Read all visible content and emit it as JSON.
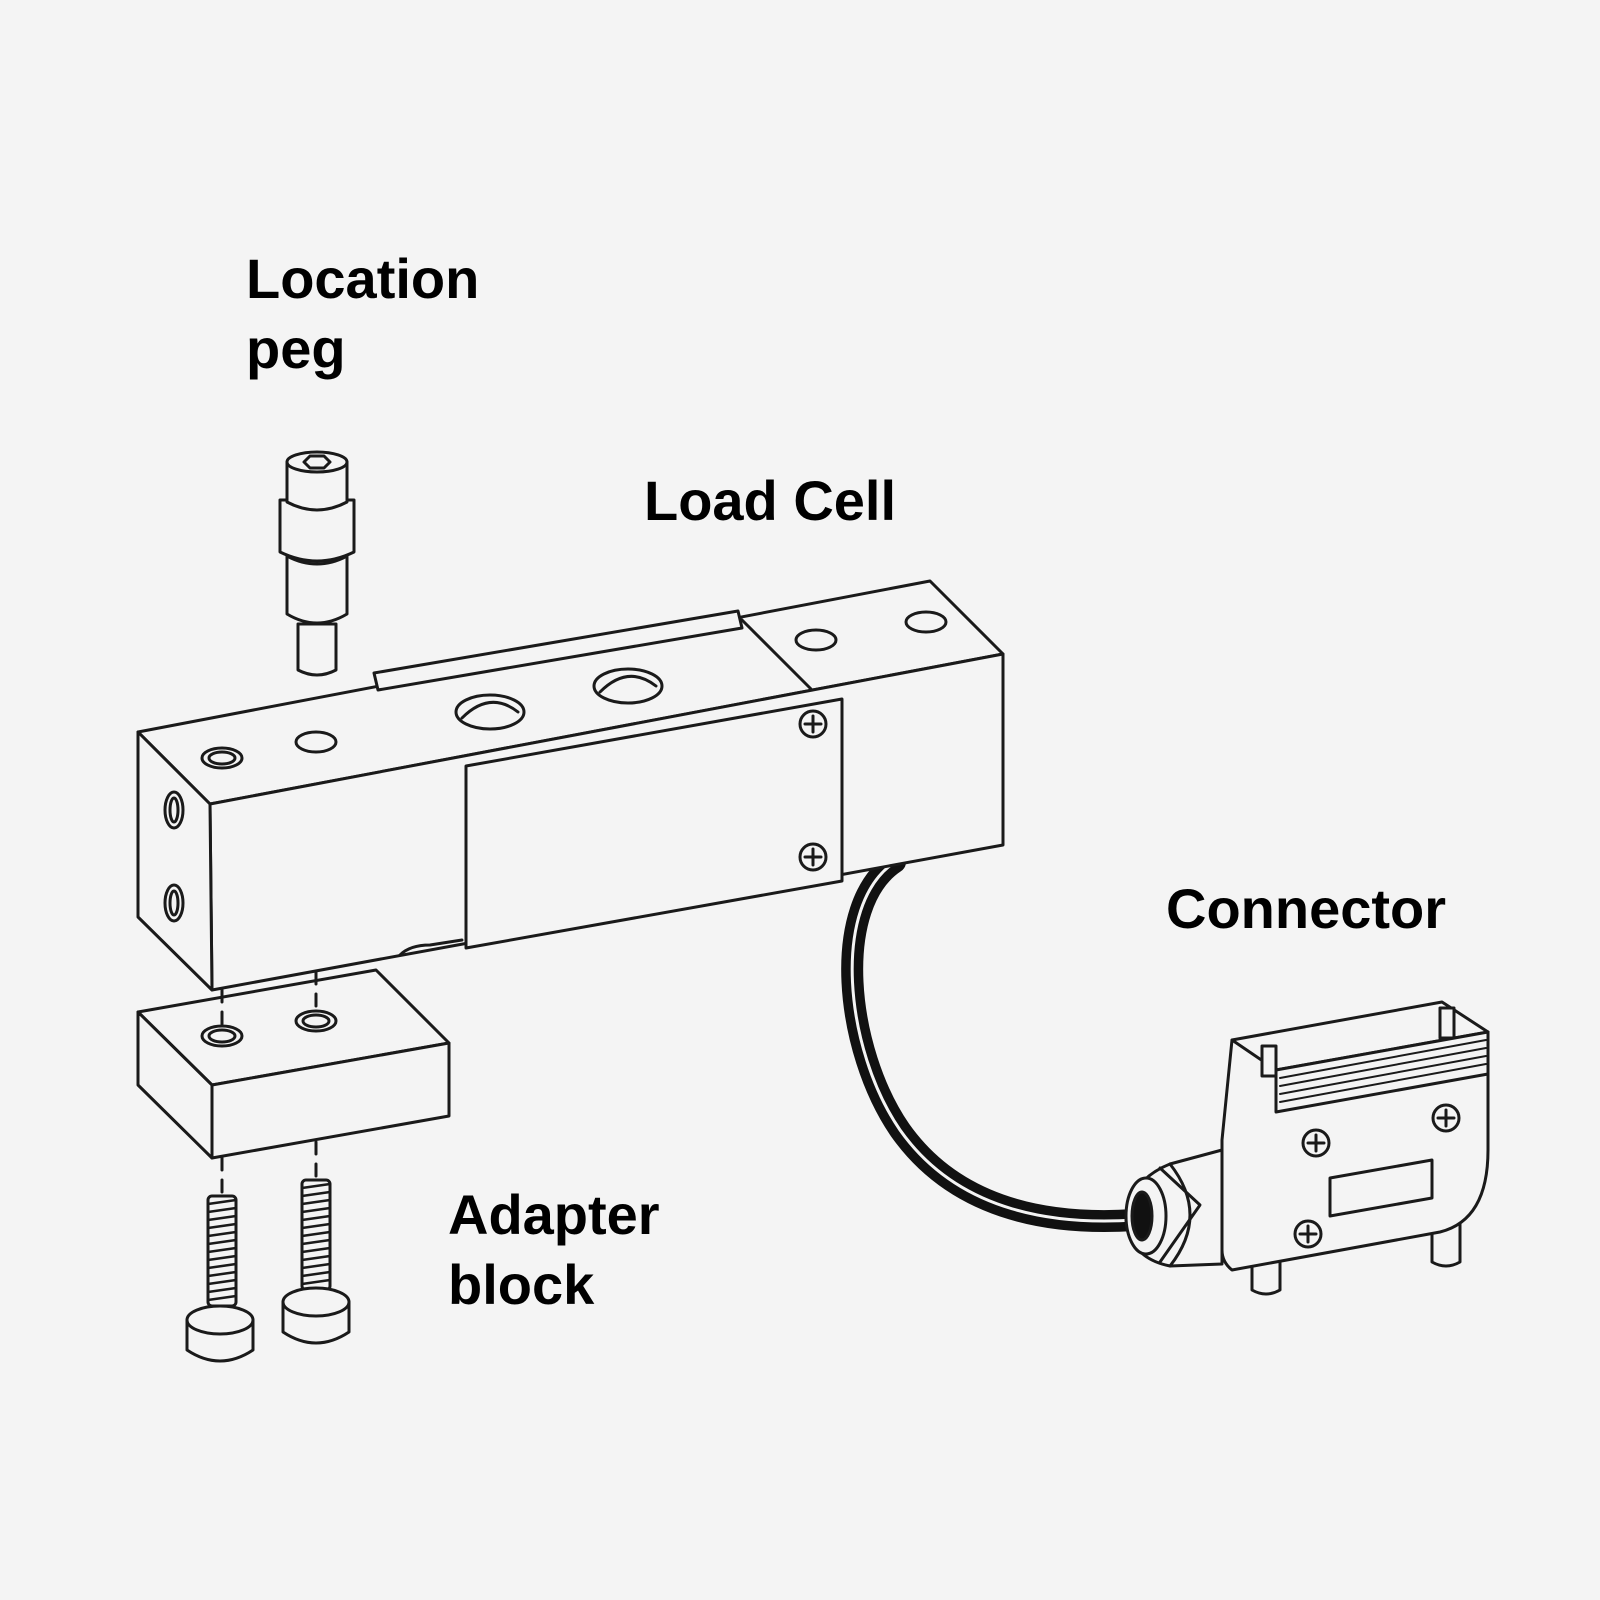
{
  "labels": {
    "location_peg": [
      "Location",
      "peg"
    ],
    "load_cell": "Load Cell",
    "connector": "Connector",
    "adapter_block": [
      "Adapter",
      "block"
    ]
  },
  "colors": {
    "background": "#f4f4f4",
    "line": "#1a1a1a",
    "fill": "#f4f4f4",
    "cable": "#111111"
  }
}
